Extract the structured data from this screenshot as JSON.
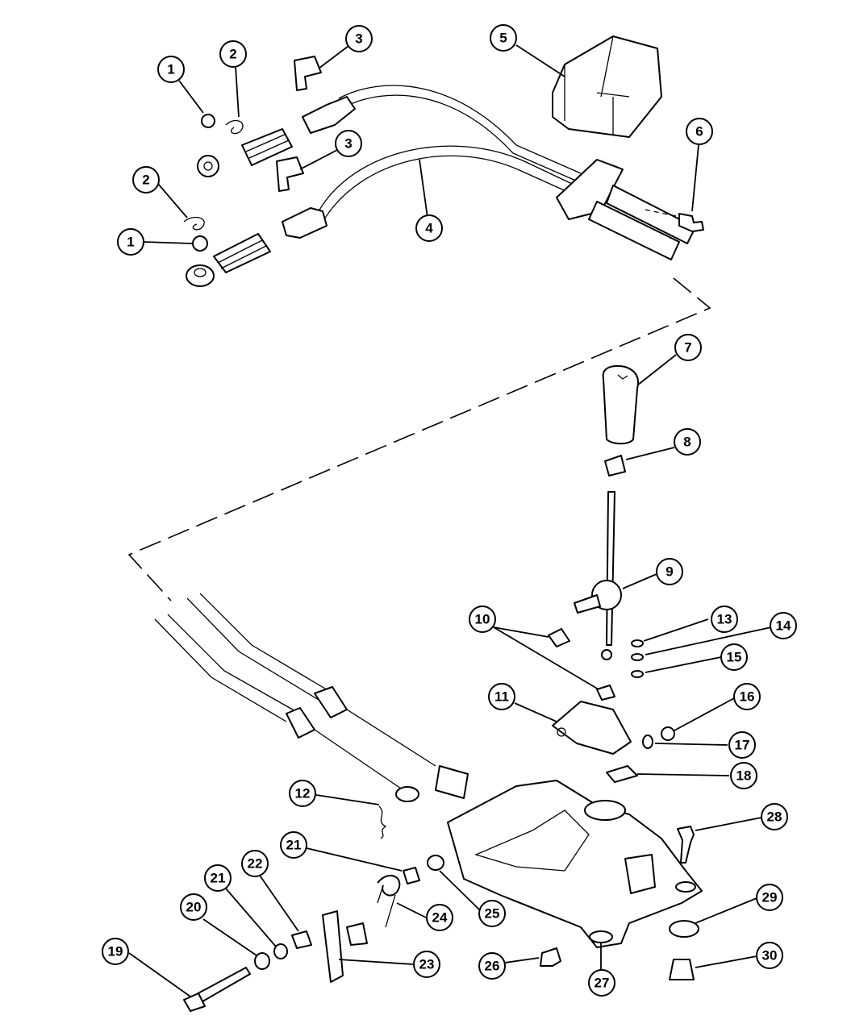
{
  "callouts": [
    {
      "id": "c1a",
      "label": "1"
    },
    {
      "id": "c2a",
      "label": "2"
    },
    {
      "id": "c3a",
      "label": "3"
    },
    {
      "id": "c5",
      "label": "5"
    },
    {
      "id": "c6",
      "label": "6"
    },
    {
      "id": "c3b",
      "label": "3"
    },
    {
      "id": "c2b",
      "label": "2"
    },
    {
      "id": "c4",
      "label": "4"
    },
    {
      "id": "c1b",
      "label": "1"
    },
    {
      "id": "c7",
      "label": "7"
    },
    {
      "id": "c8",
      "label": "8"
    },
    {
      "id": "c9",
      "label": "9"
    },
    {
      "id": "c10",
      "label": "10"
    },
    {
      "id": "c13",
      "label": "13"
    },
    {
      "id": "c14",
      "label": "14"
    },
    {
      "id": "c15",
      "label": "15"
    },
    {
      "id": "c11",
      "label": "11"
    },
    {
      "id": "c16",
      "label": "16"
    },
    {
      "id": "c17",
      "label": "17"
    },
    {
      "id": "c18",
      "label": "18"
    },
    {
      "id": "c12",
      "label": "12"
    },
    {
      "id": "c28",
      "label": "28"
    },
    {
      "id": "c21a",
      "label": "21"
    },
    {
      "id": "c22",
      "label": "22"
    },
    {
      "id": "c21b",
      "label": "21"
    },
    {
      "id": "c20",
      "label": "20"
    },
    {
      "id": "c24",
      "label": "24"
    },
    {
      "id": "c25",
      "label": "25"
    },
    {
      "id": "c29",
      "label": "29"
    },
    {
      "id": "c19",
      "label": "19"
    },
    {
      "id": "c23",
      "label": "23"
    },
    {
      "id": "c26",
      "label": "26"
    },
    {
      "id": "c27",
      "label": "27"
    },
    {
      "id": "c30",
      "label": "30"
    }
  ]
}
